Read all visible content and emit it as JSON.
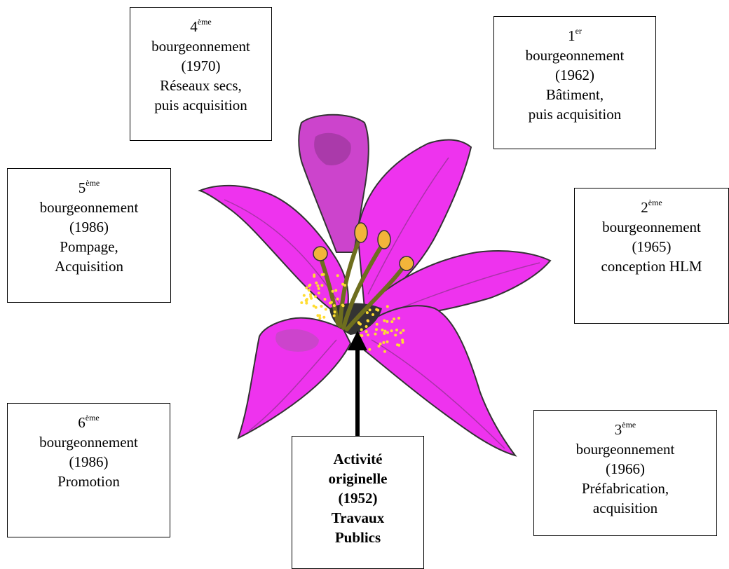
{
  "colors": {
    "petal": "#ee33ee",
    "petal_inner": "#cc44cc",
    "stamen": "#8a8a2a",
    "anther": "#f2b43a",
    "pollen": "#ffdd33",
    "outline": "#333333"
  },
  "boxes": {
    "b4": {
      "num": "4",
      "sup": "ème",
      "l1": "bourgeonnement",
      "l2": "(1970)",
      "l3": "Réseaux secs,",
      "l4": "puis acquisition"
    },
    "b1": {
      "num": "1",
      "sup": "er",
      "l1": "bourgeonnement",
      "l2": "(1962)",
      "l3": "Bâtiment,",
      "l4": "puis acquisition"
    },
    "b5": {
      "num": "5",
      "sup": "ème",
      "l1": "bourgeonnement",
      "l2": "(1986)",
      "l3": "Pompage,",
      "l4": "Acquisition"
    },
    "b2": {
      "num": "2",
      "sup": "ème",
      "l1": "bourgeonnement",
      "l2": "(1965)",
      "l3": "conception HLM"
    },
    "b6": {
      "num": "6",
      "sup": "ème",
      "l1": "bourgeonnement",
      "l2": "(1986)",
      "l3": "Promotion"
    },
    "b3": {
      "num": "3",
      "sup": "ème",
      "l1": "bourgeonnement",
      "l2": "(1966)",
      "l3": "Préfabrication,",
      "l4": "acquisition"
    },
    "origin": {
      "l1": "Activité",
      "l2": "originelle",
      "l3": "(1952)",
      "l4": "Travaux",
      "l5": "Publics"
    }
  }
}
